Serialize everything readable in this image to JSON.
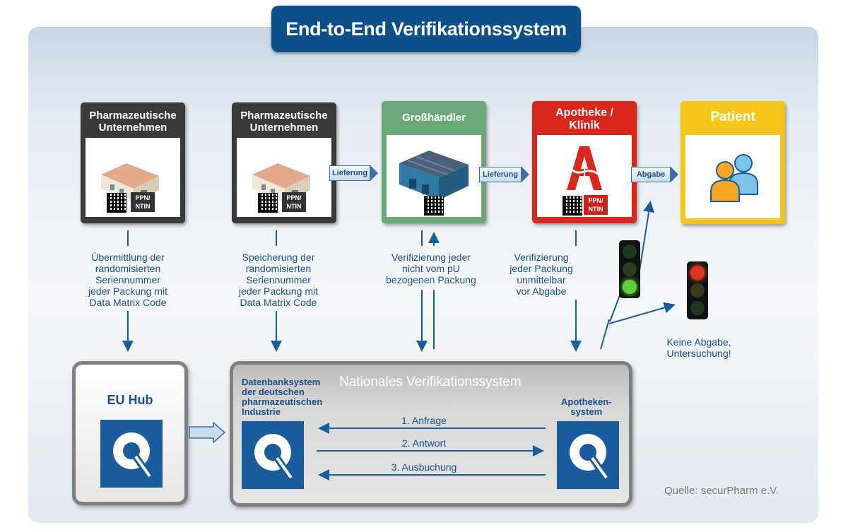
{
  "title": "End-to-End Verifikationssystem",
  "stages": {
    "pu1": {
      "name": "Pharmazeutische\nUnternehmen",
      "code": "PPN/\nNTIN"
    },
    "pu2": {
      "name": "Pharmazeutische\nUnternehmen",
      "code": "PPN/\nNTIN"
    },
    "wholesaler": {
      "name": "Großhändler"
    },
    "pharmacy": {
      "name": "Apotheke /\nKlinik",
      "code": "PPN/\nNTIN"
    },
    "patient": {
      "name": "Patient"
    }
  },
  "flow_labels": {
    "delivery1": "Lieferung",
    "delivery2": "Lieferung",
    "dispense": "Abgabe"
  },
  "notes": {
    "transmit": "Übermittlung der\nrandomisierten\nSeriennummer\njeder Packung mit\nData Matrix Code",
    "store": "Speicherung der\nrandomisierten\nSeriennummer\njeder Packung mit\nData Matrix Code",
    "verify_wholesale": "Verifizierung jeder\nnicht vom pU\nbezogenen Packung",
    "verify_pharmacy": "Verifizierung\njeder Packung\nunmittelbar\nvor Abgabe",
    "no_dispense": "Keine Abgabe,\nUntersuchung!"
  },
  "eu_hub": "EU Hub",
  "nvs": {
    "title": "Nationales Verifikationssystem",
    "left_label": "Datenbanksystem\nder deutschen\npharmazeutischen\nIndustrie",
    "right_label": "Apotheken-\nsystem",
    "steps": [
      "1. Anfrage",
      "2. Antwort",
      "3. Ausbuchung"
    ]
  },
  "source": "Quelle: securPharm e.V.",
  "colors": {
    "navy": "#0d4f8b",
    "dark_stage": "#3a3a3a",
    "green_stage": "#6aa877",
    "red_stage": "#d9271c",
    "yellow_stage": "#f5c518",
    "arrow_blue": "#1b5c9c"
  }
}
